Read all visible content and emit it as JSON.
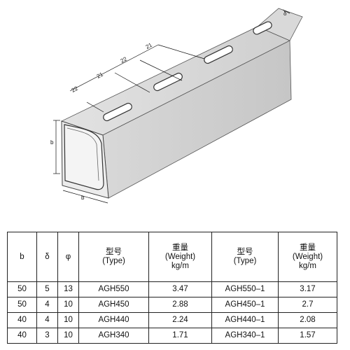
{
  "figure": {
    "dim_b": "b",
    "dim_b_side": "b",
    "dim_delta": "δ",
    "dim_22_a": "22",
    "dim_21_a": "21",
    "dim_22_b": "22",
    "dim_21_b": "21"
  },
  "table": {
    "headers": [
      {
        "line1": "b",
        "line2": "",
        "line3": ""
      },
      {
        "line1": "δ",
        "line2": "",
        "line3": ""
      },
      {
        "line1": "φ",
        "line2": "",
        "line3": ""
      },
      {
        "line1": "型号",
        "line2": "(Type)",
        "line3": ""
      },
      {
        "line1": "重量",
        "line2": "(Weight)",
        "line3": "kg/m"
      },
      {
        "line1": "型号",
        "line2": "(Type)",
        "line3": ""
      },
      {
        "line1": "重量",
        "line2": "(Weight)",
        "line3": "kg/m"
      }
    ],
    "rows": [
      [
        "50",
        "5",
        "13",
        "AGH550",
        "3.47",
        "AGH550–1",
        "3.17"
      ],
      [
        "50",
        "4",
        "10",
        "AGH450",
        "2.88",
        "AGH450–1",
        "2.7"
      ],
      [
        "40",
        "4",
        "10",
        "AGH440",
        "2.24",
        "AGH440–1",
        "2.08"
      ],
      [
        "40",
        "3",
        "10",
        "AGH340",
        "1.71",
        "AGH340–1",
        "1.57"
      ]
    ]
  }
}
